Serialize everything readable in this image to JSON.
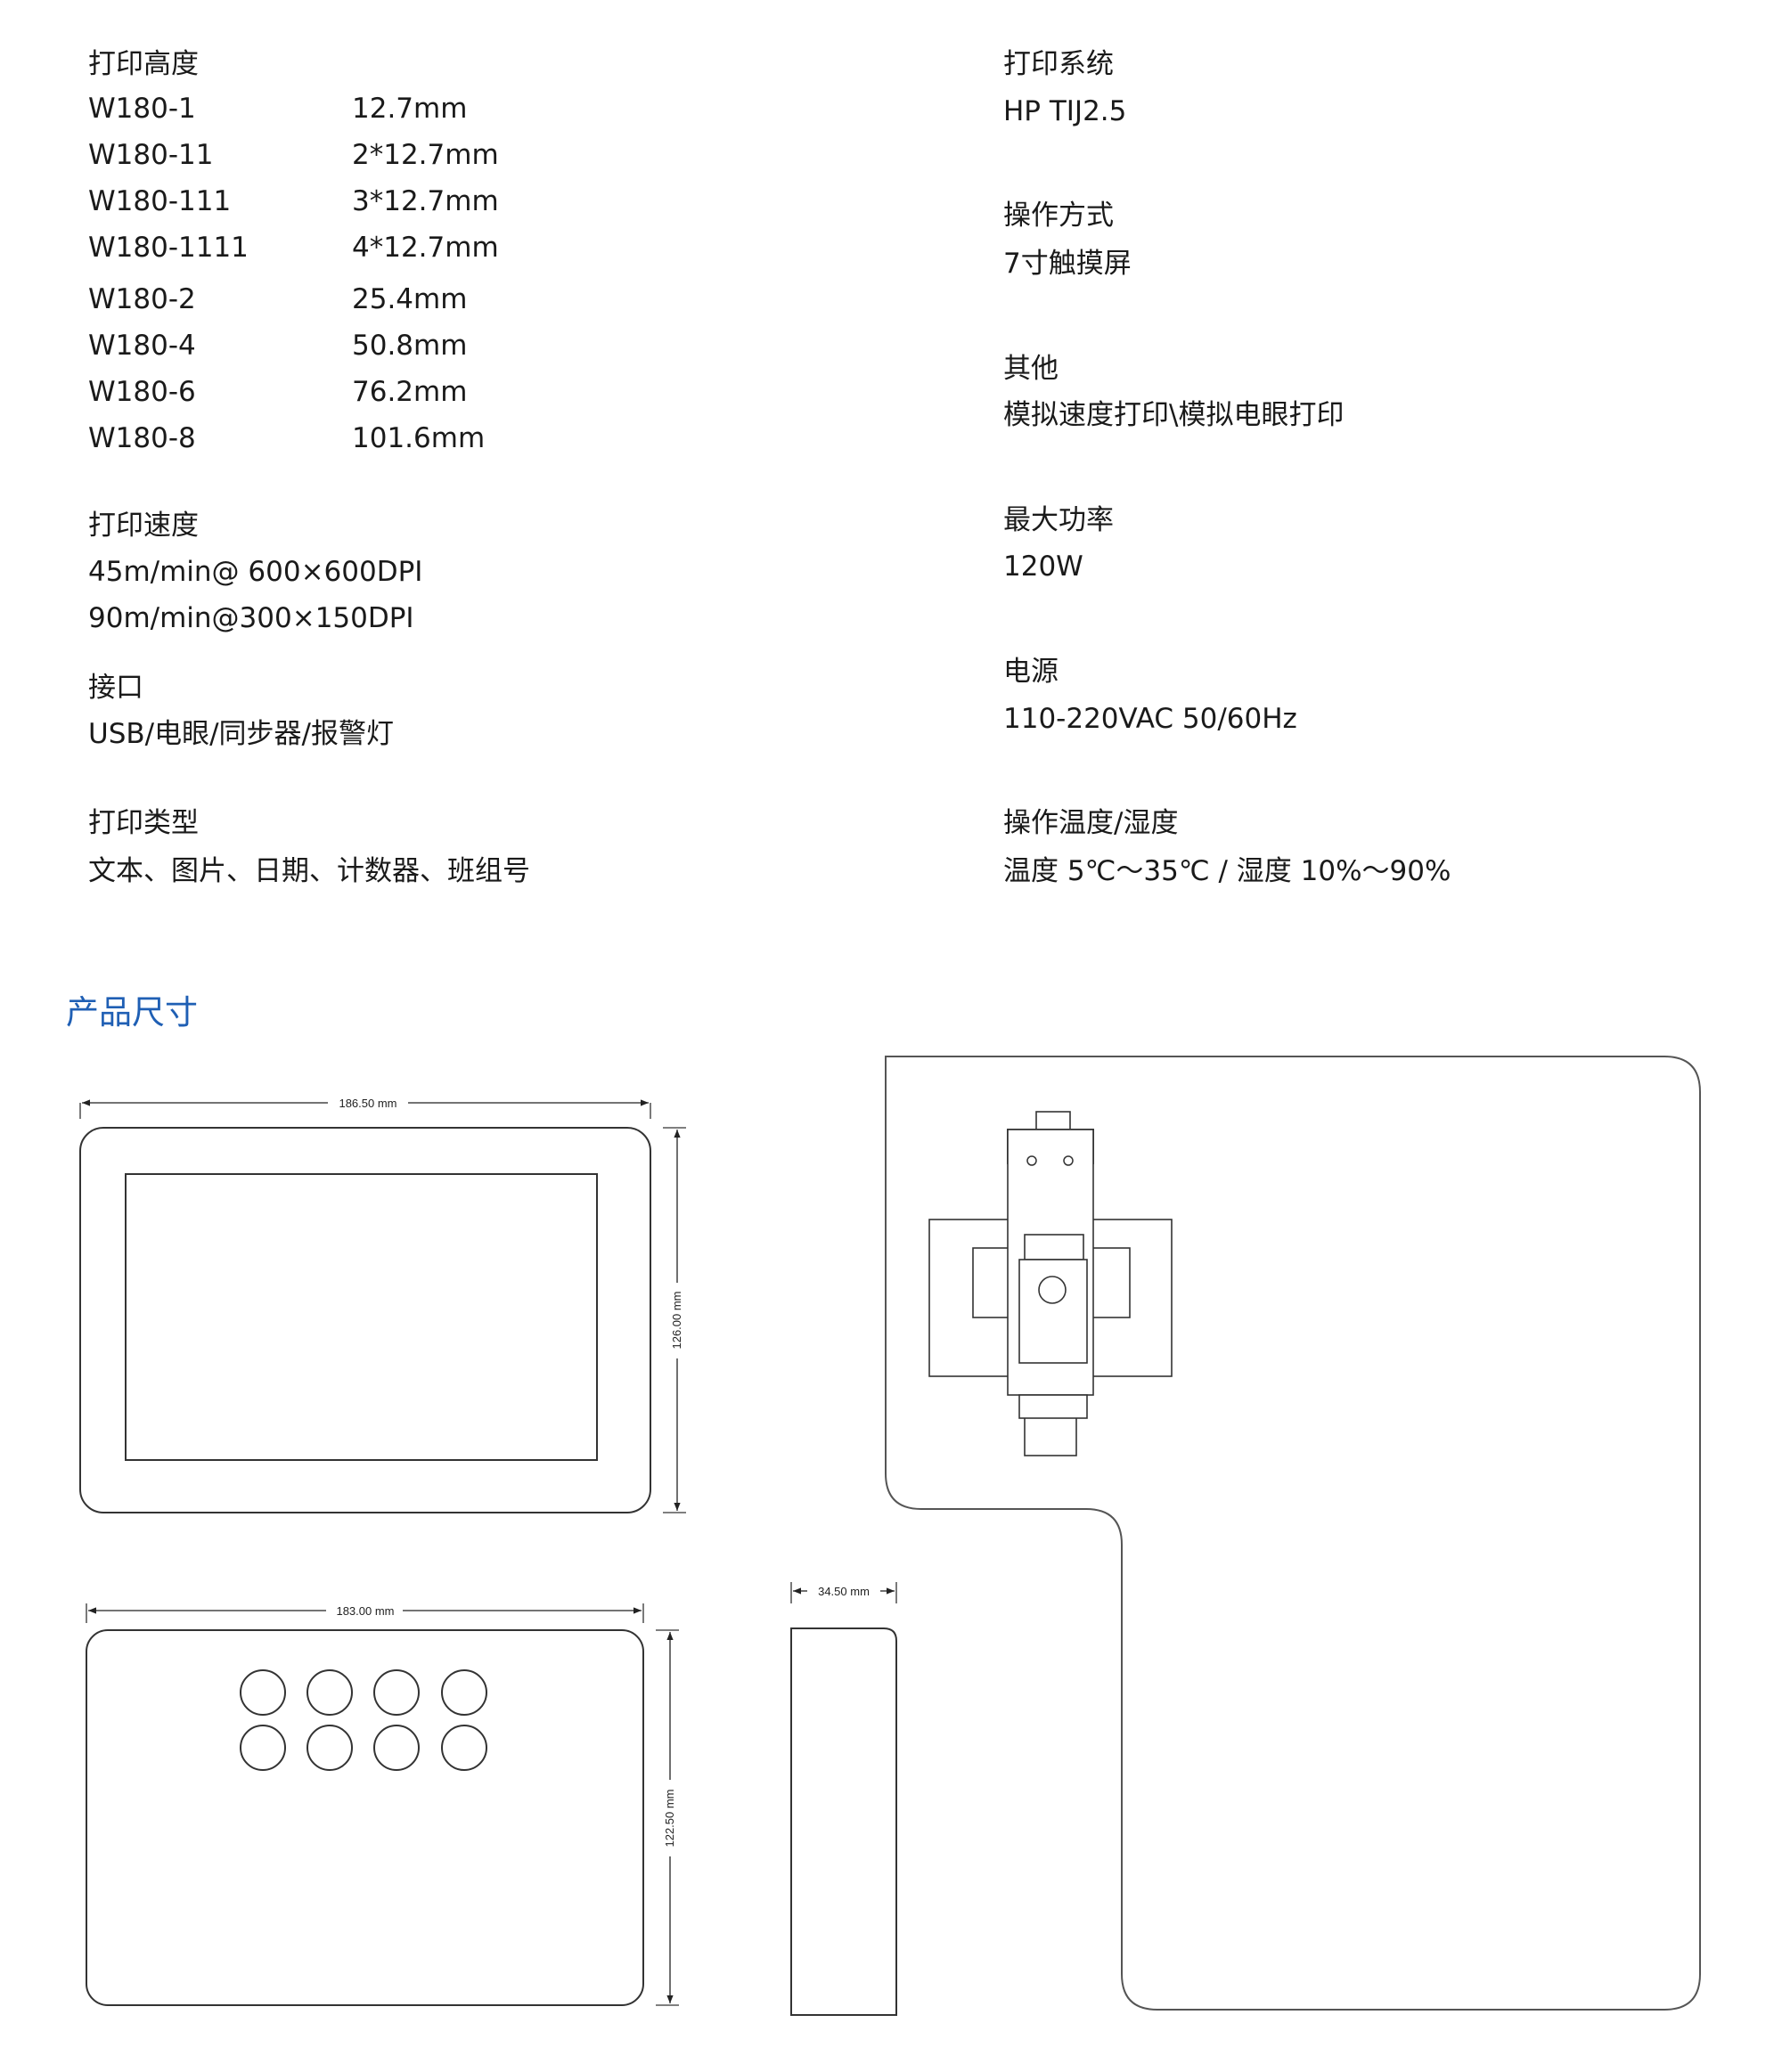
{
  "specs": {
    "print_height": {
      "title": "打印高度",
      "rows": [
        {
          "model": "W180-1",
          "value": "12.7mm"
        },
        {
          "model": "W180-11",
          "value": "2*12.7mm"
        },
        {
          "model": "W180-111",
          "value": "3*12.7mm"
        },
        {
          "model": "W180-1111",
          "value": "4*12.7mm"
        },
        {
          "model": "W180-2",
          "value": "25.4mm"
        },
        {
          "model": "W180-4",
          "value": "50.8mm"
        },
        {
          "model": "W180-6",
          "value": "76.2mm"
        },
        {
          "model": "W180-8",
          "value": "101.6mm"
        }
      ]
    },
    "print_speed": {
      "title": "打印速度",
      "lines": [
        "45m/min@ 600×600DPI",
        "90m/min@300×150DPI"
      ]
    },
    "interface": {
      "title": "接口",
      "value": "USB/电眼/同步器/报警灯"
    },
    "print_type": {
      "title": "打印类型",
      "value": "文本、图片、日期、计数器、班组号"
    },
    "print_system": {
      "title": "打印系统",
      "value": "HP TIJ2.5"
    },
    "operation": {
      "title": "操作方式",
      "value": "7寸触摸屏"
    },
    "other": {
      "title": "其他",
      "value": "模拟速度打印\\模拟电眼打印"
    },
    "max_power": {
      "title": "最大功率",
      "value": "120W"
    },
    "power_supply": {
      "title": "电源",
      "value": "110-220VAC 50/60Hz"
    },
    "env": {
      "title": "操作温度/湿度",
      "value": "温度 5℃～35℃ / 湿度 10%～90%"
    }
  },
  "dimensions": {
    "title": "产品尺寸",
    "front_width": "186.50 mm",
    "front_height": "126.00 mm",
    "back_width": "183.00 mm",
    "back_height": "122.50 mm",
    "side_depth": "34.50 mm"
  },
  "colors": {
    "accent": "#1f5fb4",
    "line": "#333333"
  }
}
